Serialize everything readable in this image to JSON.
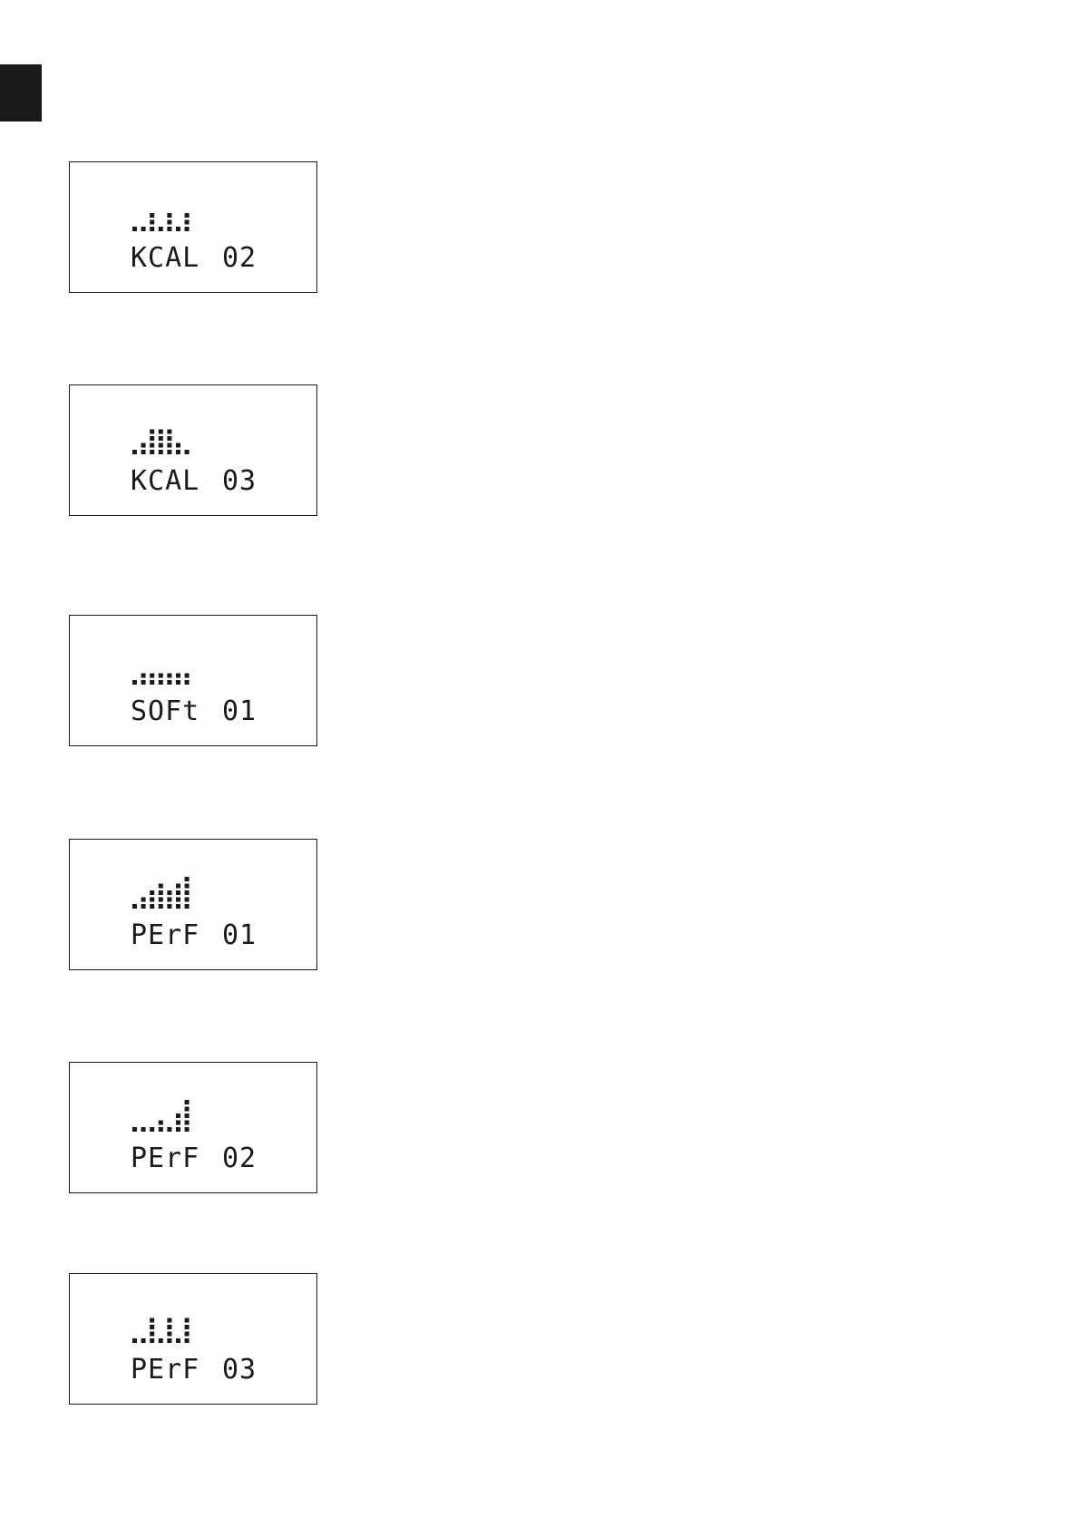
{
  "colors": {
    "ink": "#1a1a1a",
    "background": "#ffffff"
  },
  "side_tab": {
    "color": "#1a1a1a"
  },
  "displays": [
    {
      "mode": "KCAL",
      "number": "02",
      "profile_levels": [
        1,
        1,
        3,
        1,
        3,
        1,
        3
      ]
    },
    {
      "mode": "KCAL",
      "number": "03",
      "profile_levels": [
        1,
        2,
        4,
        4,
        4,
        2,
        1
      ]
    },
    {
      "mode": "SOFt",
      "number": "01",
      "profile_levels": [
        1,
        2,
        2,
        2,
        2,
        2,
        2
      ]
    },
    {
      "mode": "PErF",
      "number": "01",
      "profile_levels": [
        1,
        2,
        3,
        4,
        3,
        4,
        5
      ]
    },
    {
      "mode": "PErF",
      "number": "02",
      "profile_levels": [
        1,
        1,
        1,
        2,
        1,
        3,
        5
      ]
    },
    {
      "mode": "PErF",
      "number": "03",
      "profile_levels": [
        1,
        1,
        4,
        1,
        4,
        1,
        4
      ]
    }
  ]
}
